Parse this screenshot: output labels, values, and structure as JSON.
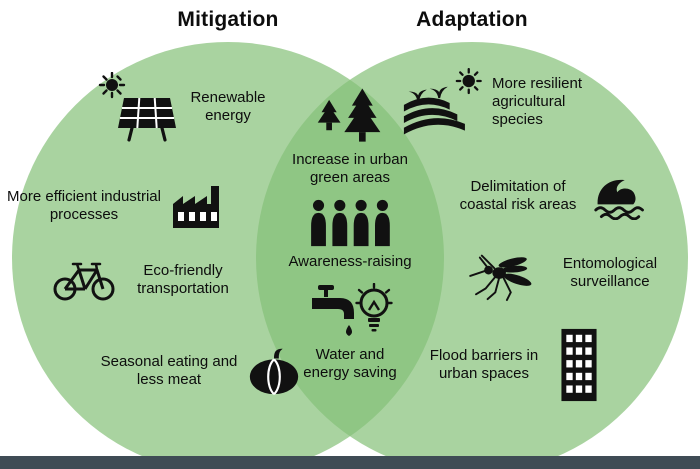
{
  "titles": {
    "mitigation": "Mitigation",
    "adaptation": "Adaptation"
  },
  "mitigation": {
    "items": [
      {
        "icon": "solar-panel-sun-icon",
        "label": "Renewable energy"
      },
      {
        "icon": "factory-icon",
        "label": "More efficient industrial processes"
      },
      {
        "icon": "bicycle-icon",
        "label": "Eco-friendly transportation"
      },
      {
        "icon": "pumpkin-icon",
        "label": "Seasonal eating and less meat"
      }
    ]
  },
  "overlap": {
    "items": [
      {
        "icon": "pine-trees-icon",
        "label": "Increase in urban green areas"
      },
      {
        "icon": "people-group-icon",
        "label": "Awareness-raising"
      },
      {
        "icon": "faucet-bulb-icon",
        "label": "Water and energy saving"
      }
    ]
  },
  "adaptation": {
    "items": [
      {
        "icon": "field-sun-icon",
        "label": "More resilient agricultural species"
      },
      {
        "icon": "wave-icon",
        "label": "Delimitation of coastal risk areas"
      },
      {
        "icon": "mosquito-icon",
        "label": "Entomological surveillance"
      },
      {
        "icon": "building-icon",
        "label": "Flood barriers in urban spaces"
      }
    ]
  },
  "colors": {
    "circle_fill": "#a9d3a0",
    "overlap_fill": "#90c684",
    "icon": "#111111",
    "text": "#0d0d0d",
    "footer_bar": "#3f4c55",
    "background": "#ffffff"
  }
}
